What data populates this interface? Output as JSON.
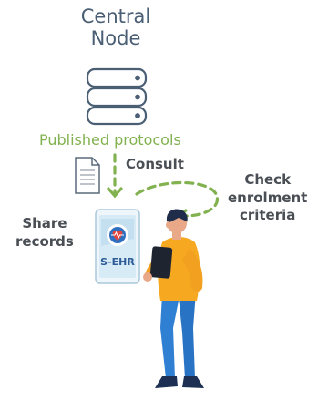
{
  "central_node": {
    "line1": "Central",
    "line2": "Node",
    "icon": "database-server-icon"
  },
  "protocols": {
    "label": "Published protocols",
    "icon": "document-icon"
  },
  "consult": {
    "label": "Consult"
  },
  "share": {
    "line1": "Share",
    "line2": "records"
  },
  "check": {
    "line1": "Check",
    "line2": "enrolment",
    "line3": "criteria"
  },
  "phone": {
    "label": "S-EHR",
    "icon": "heart-pulse-icon"
  },
  "colors": {
    "node_text": "#4a5e74",
    "accent_green": "#82b14f",
    "label_text": "#4a4f55",
    "shirt": "#f6a821",
    "pants": "#2f7fd3"
  }
}
